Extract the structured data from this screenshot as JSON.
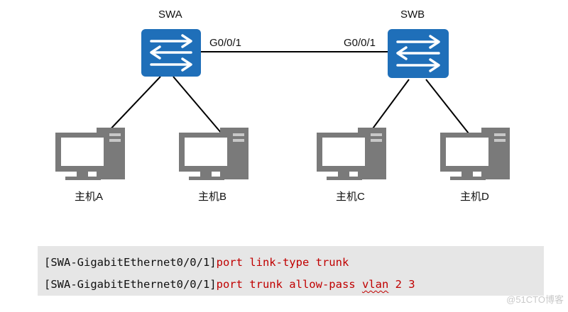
{
  "switches": [
    {
      "name": "SWA",
      "port": "G0/0/1"
    },
    {
      "name": "SWB",
      "port": "G0/0/1"
    }
  ],
  "hosts": [
    "主机A",
    "主机B",
    "主机C",
    "主机D"
  ],
  "code": {
    "line1": {
      "prompt": "[SWA-GigabitEthernet0/0/1]",
      "command": "port link-type trunk"
    },
    "line2": {
      "prompt": "[SWA-GigabitEthernet0/0/1]",
      "command_a": "port trunk allow-pass ",
      "command_b": "vlan",
      "command_c": " 2 3"
    }
  },
  "watermark": "@51CTO博客",
  "colors": {
    "switch": "#1f6fb9",
    "computer": "#7a7a7a",
    "command": "#c00000",
    "code_bg": "#e6e6e6"
  }
}
